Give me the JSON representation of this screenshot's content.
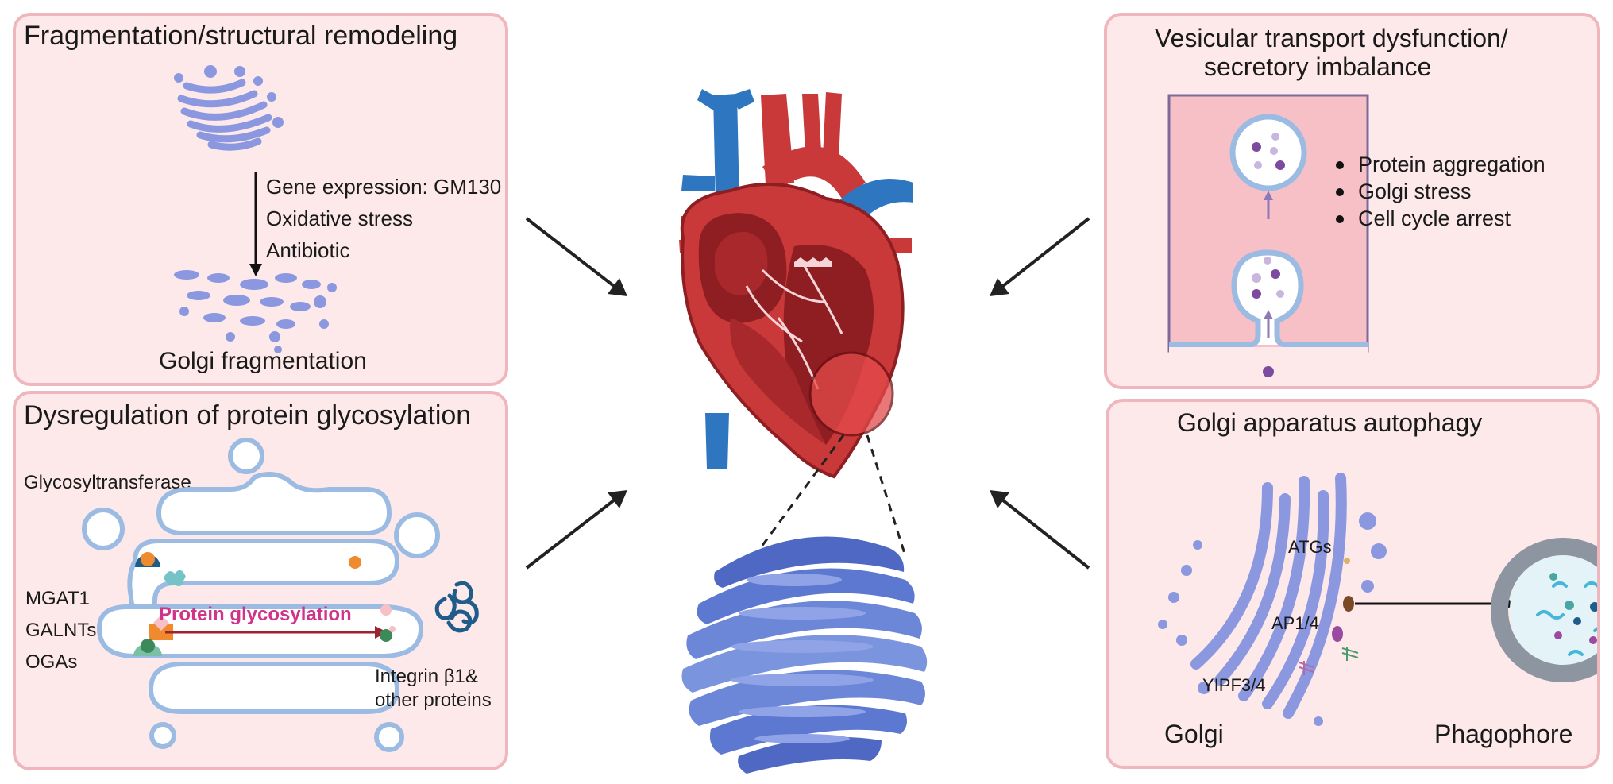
{
  "panels": {
    "fragmentation": {
      "title": "Fragmentation/structural remodeling",
      "causes": [
        "Gene expression: GM130",
        "Oxidative stress",
        "Antibiotic"
      ],
      "result": "Golgi fragmentation"
    },
    "glycosylation": {
      "title": "Dysregulation of protein glycosylation",
      "enzyme_label": "Glycosyltransferase",
      "enzymes": [
        "MGAT1",
        "GALNTs",
        "OGAs"
      ],
      "process": "Protein glycosylation",
      "targets": [
        "Integrin β1&",
        "other proteins"
      ]
    },
    "vesicular": {
      "title_lines": [
        "Vesicular transport dysfunction/",
        "secretory imbalance"
      ],
      "bullets": [
        "Protein aggregation",
        "Golgi  stress",
        "Cell cycle arrest"
      ]
    },
    "autophagy": {
      "title": "Golgi apparatus autophagy",
      "labels": {
        "atgs": "ATGs",
        "ap": "AP1/4",
        "yipf": "YIPF3/4"
      },
      "golgi": "Golgi",
      "phagophore": "Phagophore"
    }
  },
  "colors": {
    "panel_bg": "#fde9ea",
    "panel_border": "#efb7bd",
    "golgi_blue": "#8b98e0",
    "heart_red": "#c9393a",
    "vessel_blue": "#2f76c0",
    "glyco_text": "#d0338a"
  }
}
